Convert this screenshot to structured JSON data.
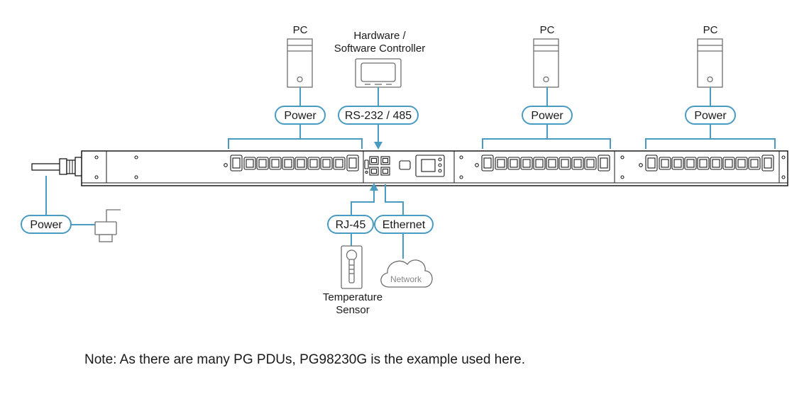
{
  "labels": {
    "pc_1": "PC",
    "pc_2": "PC",
    "pc_3": "PC",
    "controller_line1": "Hardware /",
    "controller_line2": "Software Controller",
    "power_pc1": "Power",
    "power_pc2": "Power",
    "power_pc3": "Power",
    "serial": "RS-232 / 485",
    "power_input": "Power",
    "rj45": "RJ-45",
    "ethernet": "Ethernet",
    "network": "Network",
    "sensor_line1": "Temperature",
    "sensor_line2": "Sensor"
  },
  "note": "Note: As there are many PG PDUs, PG98230G is the example used here.",
  "colors": {
    "accent": "#4a9bc1",
    "outline": "#1a1a1a",
    "device_gray": "#6e6e6e"
  },
  "icons": [
    "pc-tower-icon",
    "controller-monitor-icon",
    "power-adapter-icon",
    "temperature-sensor-icon",
    "network-cloud-icon",
    "outlet-icon",
    "rj45-port-icon"
  ]
}
